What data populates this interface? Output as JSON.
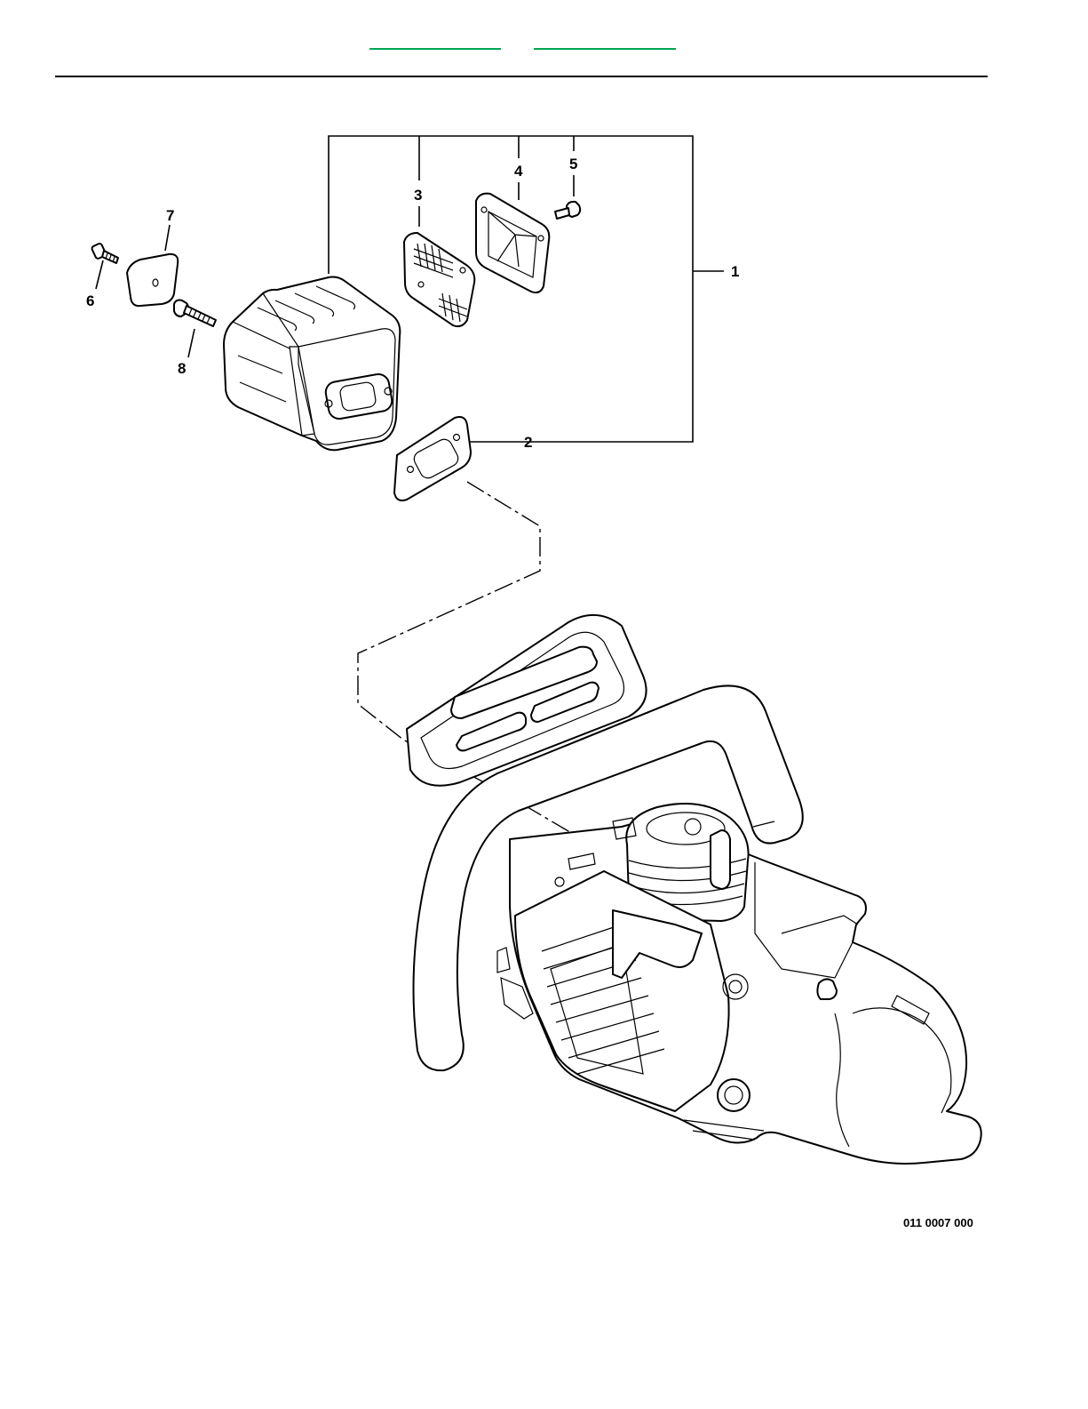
{
  "header": {
    "links": [
      {
        "label": ""
      },
      {
        "label": ""
      }
    ]
  },
  "diagram": {
    "callouts": [
      "1",
      "2",
      "3",
      "4",
      "5",
      "6",
      "7",
      "8"
    ],
    "figure_code": "011 0007 000"
  }
}
